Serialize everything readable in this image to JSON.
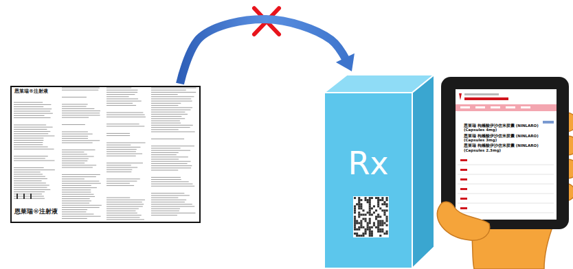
{
  "diagram": {
    "nodes": [
      {
        "text": [
          "恩莱瑞®注射液",
          "恩莱瑞®注射液"
        ]
      },
      {
        "text": [
          "Rx"
        ]
      },
      {
        "text": [
          "恩莱瑞 枸橼酸伊沙佐米胶囊 (NINLARO)(Capsules 4mg)",
          "恩莱瑞 枸橼酸伊沙佐米胶囊 (NINLARO)(Capsules 3mg)",
          "恩莱瑞 枸橼酸伊沙佐米胶囊 (NINLARO)(Capsules 2.3mg)"
        ]
      }
    ],
    "edges": [
      {
        "from": 0,
        "to": 1,
        "arrow": "to"
      }
    ]
  }
}
